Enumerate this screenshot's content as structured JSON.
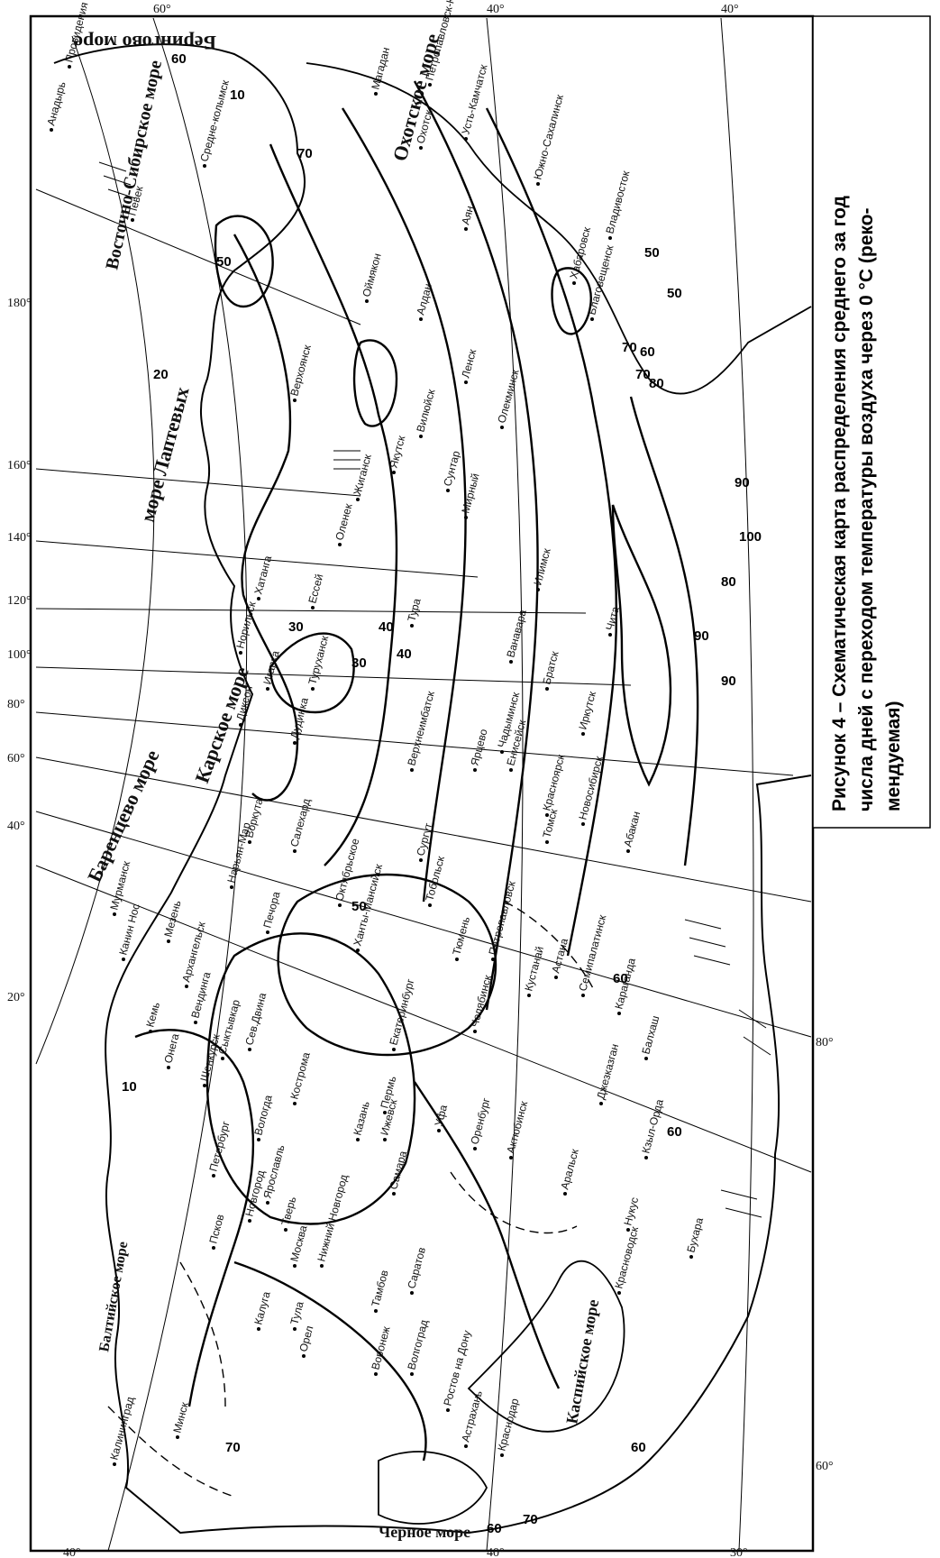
{
  "caption": {
    "lines": [
      "Рисунок 4 – Схематическая карта распределения среднего за год",
      "числа дней с переходом температуры воздуха через 0 °С (реко-",
      "мендуемая)"
    ]
  },
  "coordinates": {
    "top": [
      "60°",
      "40°",
      "40°"
    ],
    "bottom": [
      "40°",
      "40°",
      "30°"
    ],
    "right": [
      "80°",
      "60°"
    ],
    "left_meridians": [
      "180°",
      "160°",
      "140°",
      "120°",
      "100°",
      "80°",
      "60°",
      "40°",
      "20°"
    ]
  },
  "seas": [
    {
      "name": "Берингово море"
    },
    {
      "name": "Охотское море"
    },
    {
      "name": "Восточно-Сибирское море"
    },
    {
      "name": "море Лаптевых"
    },
    {
      "name": "Карское море"
    },
    {
      "name": "Баренцево море"
    },
    {
      "name": "Балтийское море"
    },
    {
      "name": "Черное море"
    },
    {
      "name": "Каспийское море"
    }
  ],
  "isolines": [
    "10",
    "20",
    "30",
    "40",
    "50",
    "60",
    "70",
    "80",
    "90",
    "100",
    "30",
    "40",
    "50",
    "60",
    "70",
    "60",
    "50",
    "60",
    "70",
    "80",
    "90",
    "90",
    "70",
    "50",
    "10",
    "60",
    "70",
    "60"
  ],
  "cities": [
    "Анадырь",
    "Провидения",
    "Певек",
    "Средне-колымск",
    "Верхоянск",
    "Оймякон",
    "Якутск",
    "Вилюйск",
    "Сунтар",
    "Мирный",
    "Олекминск",
    "Жиганск",
    "Оленек",
    "Хатанга",
    "Ессей",
    "Тура",
    "Ванавара",
    "Илимск",
    "Братск",
    "Енисейск",
    "Ярцево",
    "Чадыминск",
    "Туруханск",
    "Дудинка",
    "Норильск",
    "Диксон",
    "Игарка",
    "Верхнеимбатск",
    "Красноярск",
    "Новосибирск",
    "Абакан",
    "Томск",
    "Сургут",
    "Салехард",
    "Воркута",
    "Нарьян-Мар",
    "Печора",
    "Ханты-Мансийск",
    "Октябрьское",
    "Тобольск",
    "Тюмень",
    "Петропавловск",
    "Астана",
    "Семипалатинск",
    "Караганда",
    "Балхаш",
    "Кустанай",
    "Челябинск",
    "Екатеринбург",
    "Пермь",
    "Ижевск",
    "Уфа",
    "Оренбург",
    "Актюбинск",
    "Аральск",
    "Джезказган",
    "Кзыл-Орда",
    "Нукус",
    "Бухара",
    "Красноводск",
    "Мурманск",
    "Канин Нос",
    "Мезень",
    "Архангельск",
    "Вендинга",
    "Сыктывкар",
    "Кемь",
    "Онега",
    "Сев.Двина",
    "Шенкурск",
    "Вологда",
    "Кострома",
    "Петербург",
    "Новгород",
    "Псков",
    "Ярославль",
    "Тверь",
    "Москва",
    "Нижний Новгород",
    "Казань",
    "Самара",
    "Калуга",
    "Тула",
    "Орел",
    "Тамбов",
    "Саратов",
    "Воронеж",
    "Волгоград",
    "Ростов на Дону",
    "Астрахань",
    "Краснодар",
    "Калининград",
    "Минск",
    "Охотск",
    "Аян",
    "Магадан",
    "Петропавловск-Камчатский",
    "Усть-Камчатск",
    "Южно-Сахалинск",
    "Владивосток",
    "Хабаровск",
    "Благовещенск",
    "Чита",
    "Иркутск",
    "Алдан",
    "Ленск"
  ]
}
